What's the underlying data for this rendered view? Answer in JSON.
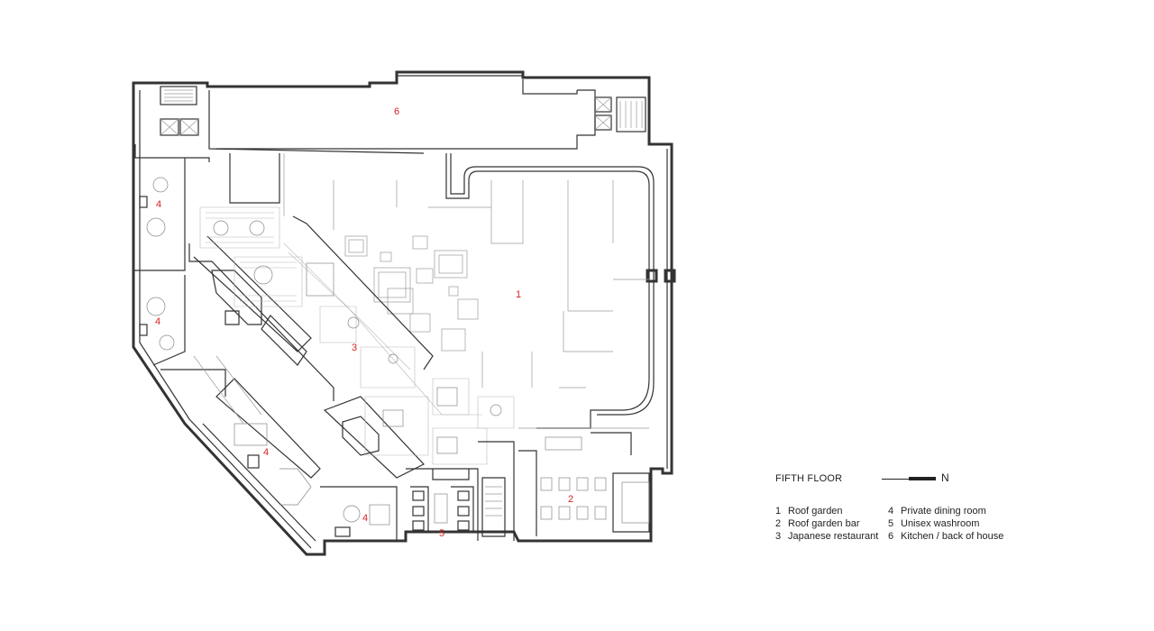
{
  "plan": {
    "title": "FIFTH FLOOR",
    "north_label": "N",
    "room_labels": [
      "1",
      "2",
      "3",
      "4",
      "4",
      "4",
      "4",
      "5",
      "6"
    ],
    "legend": [
      {
        "num": "1",
        "text": "Roof garden"
      },
      {
        "num": "2",
        "text": "Roof garden bar"
      },
      {
        "num": "3",
        "text": "Japanese restaurant"
      },
      {
        "num": "4",
        "text": "Private dining room"
      },
      {
        "num": "5",
        "text": "Unisex washroom"
      },
      {
        "num": "6",
        "text": "Kitchen / back of house"
      }
    ],
    "colors": {
      "line": "#333333",
      "label": "#d92020"
    }
  }
}
